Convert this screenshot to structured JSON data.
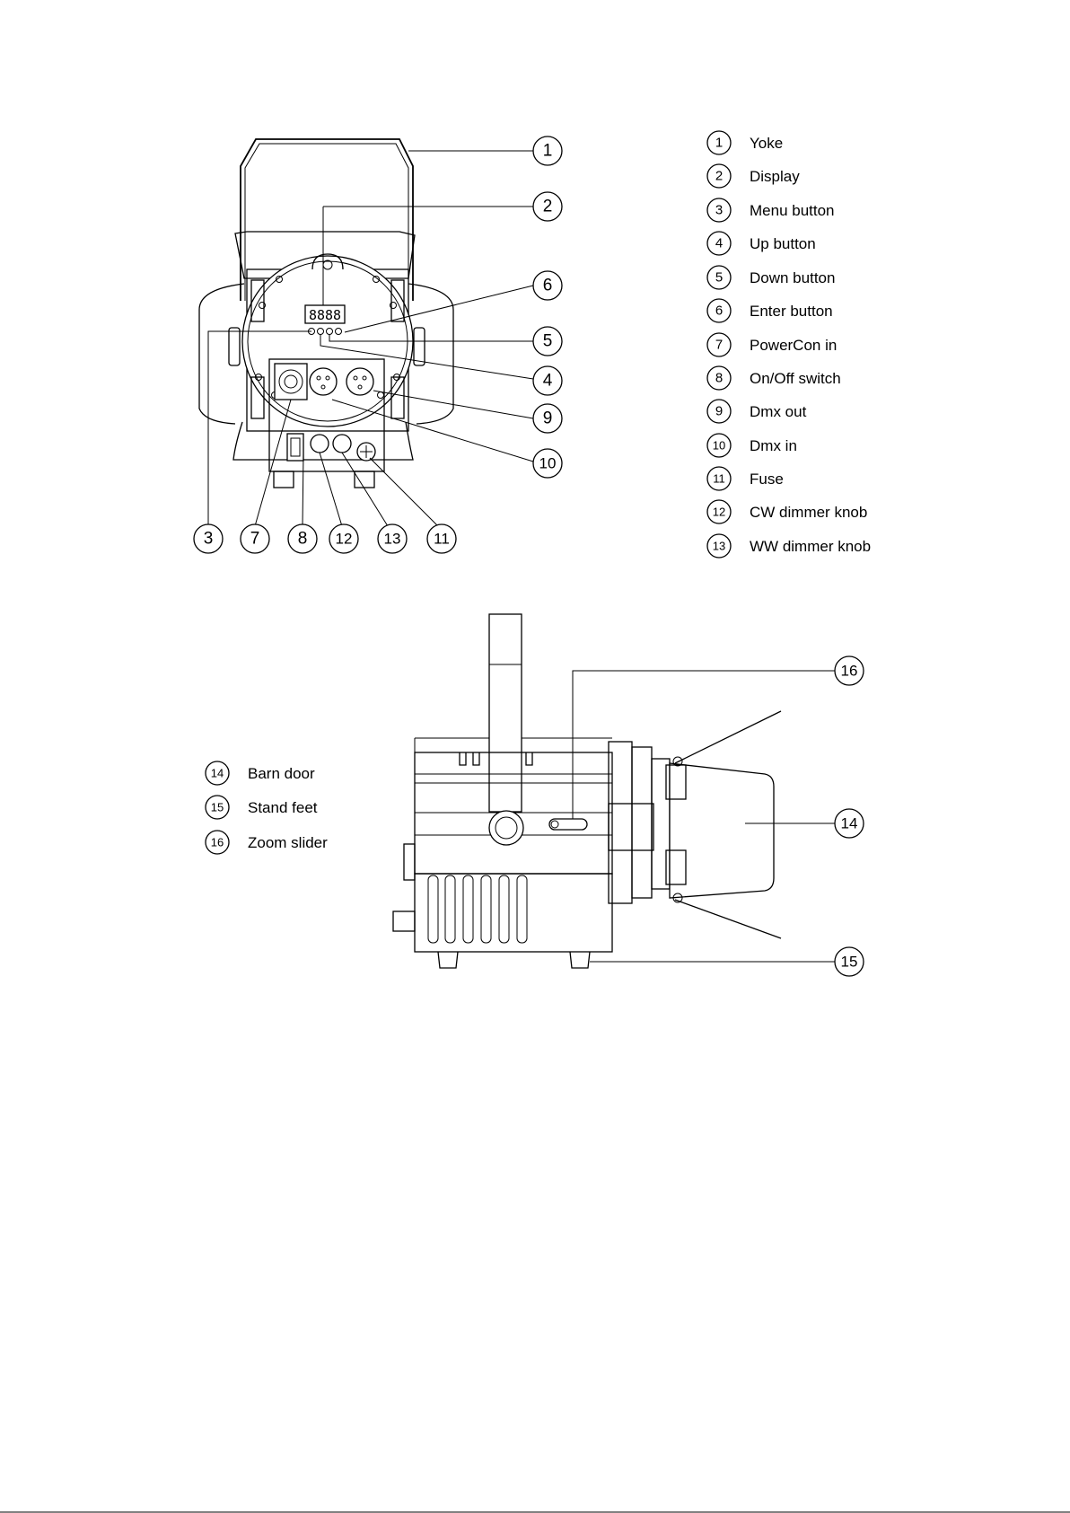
{
  "legend_top": [
    {
      "num": "1",
      "label": "Yoke"
    },
    {
      "num": "2",
      "label": "Display"
    },
    {
      "num": "3",
      "label": "Menu button"
    },
    {
      "num": "4",
      "label": "Up button"
    },
    {
      "num": "5",
      "label": "Down button"
    },
    {
      "num": "6",
      "label": "Enter button"
    },
    {
      "num": "7",
      "label": "PowerCon in"
    },
    {
      "num": "8",
      "label": "On/Off switch"
    },
    {
      "num": "9",
      "label": "Dmx out"
    },
    {
      "num": "10",
      "label": "Dmx in"
    },
    {
      "num": "11",
      "label": "Fuse"
    },
    {
      "num": "12",
      "label": "CW dimmer knob"
    },
    {
      "num": "13",
      "label": "WW dimmer knob"
    }
  ],
  "legend_bottom": [
    {
      "num": "14",
      "label": "Barn door"
    },
    {
      "num": "15",
      "label": "Stand feet"
    },
    {
      "num": "16",
      "label": "Zoom slider"
    }
  ],
  "rear_view_callouts": [
    "1",
    "2",
    "6",
    "5",
    "4",
    "9",
    "10",
    "3",
    "7",
    "8",
    "12",
    "13",
    "11"
  ],
  "side_view_callouts": [
    "16",
    "14",
    "15"
  ],
  "display_digits": "8888"
}
